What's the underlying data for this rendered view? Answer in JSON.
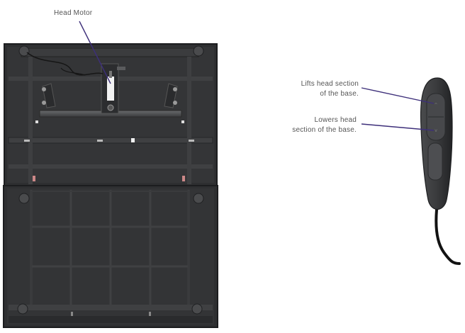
{
  "labels": {
    "head_motor": "Head Motor",
    "lift_line1": "Lifts head section",
    "lift_line2": "of the base.",
    "lower_line1": "Lowers head",
    "lower_line2": "section of the base."
  },
  "colors": {
    "frame_dark": "#2e2f31",
    "frame_mid": "#3b3c3e",
    "frame_edge": "#1c1d1f",
    "rail": "#4a4b4d",
    "motor_white": "#f2f2f2",
    "leader_line": "#3d2f7a",
    "remote_body": "#3c3d3f",
    "remote_buttons": "#4a4b4e",
    "cable": "#121212"
  }
}
